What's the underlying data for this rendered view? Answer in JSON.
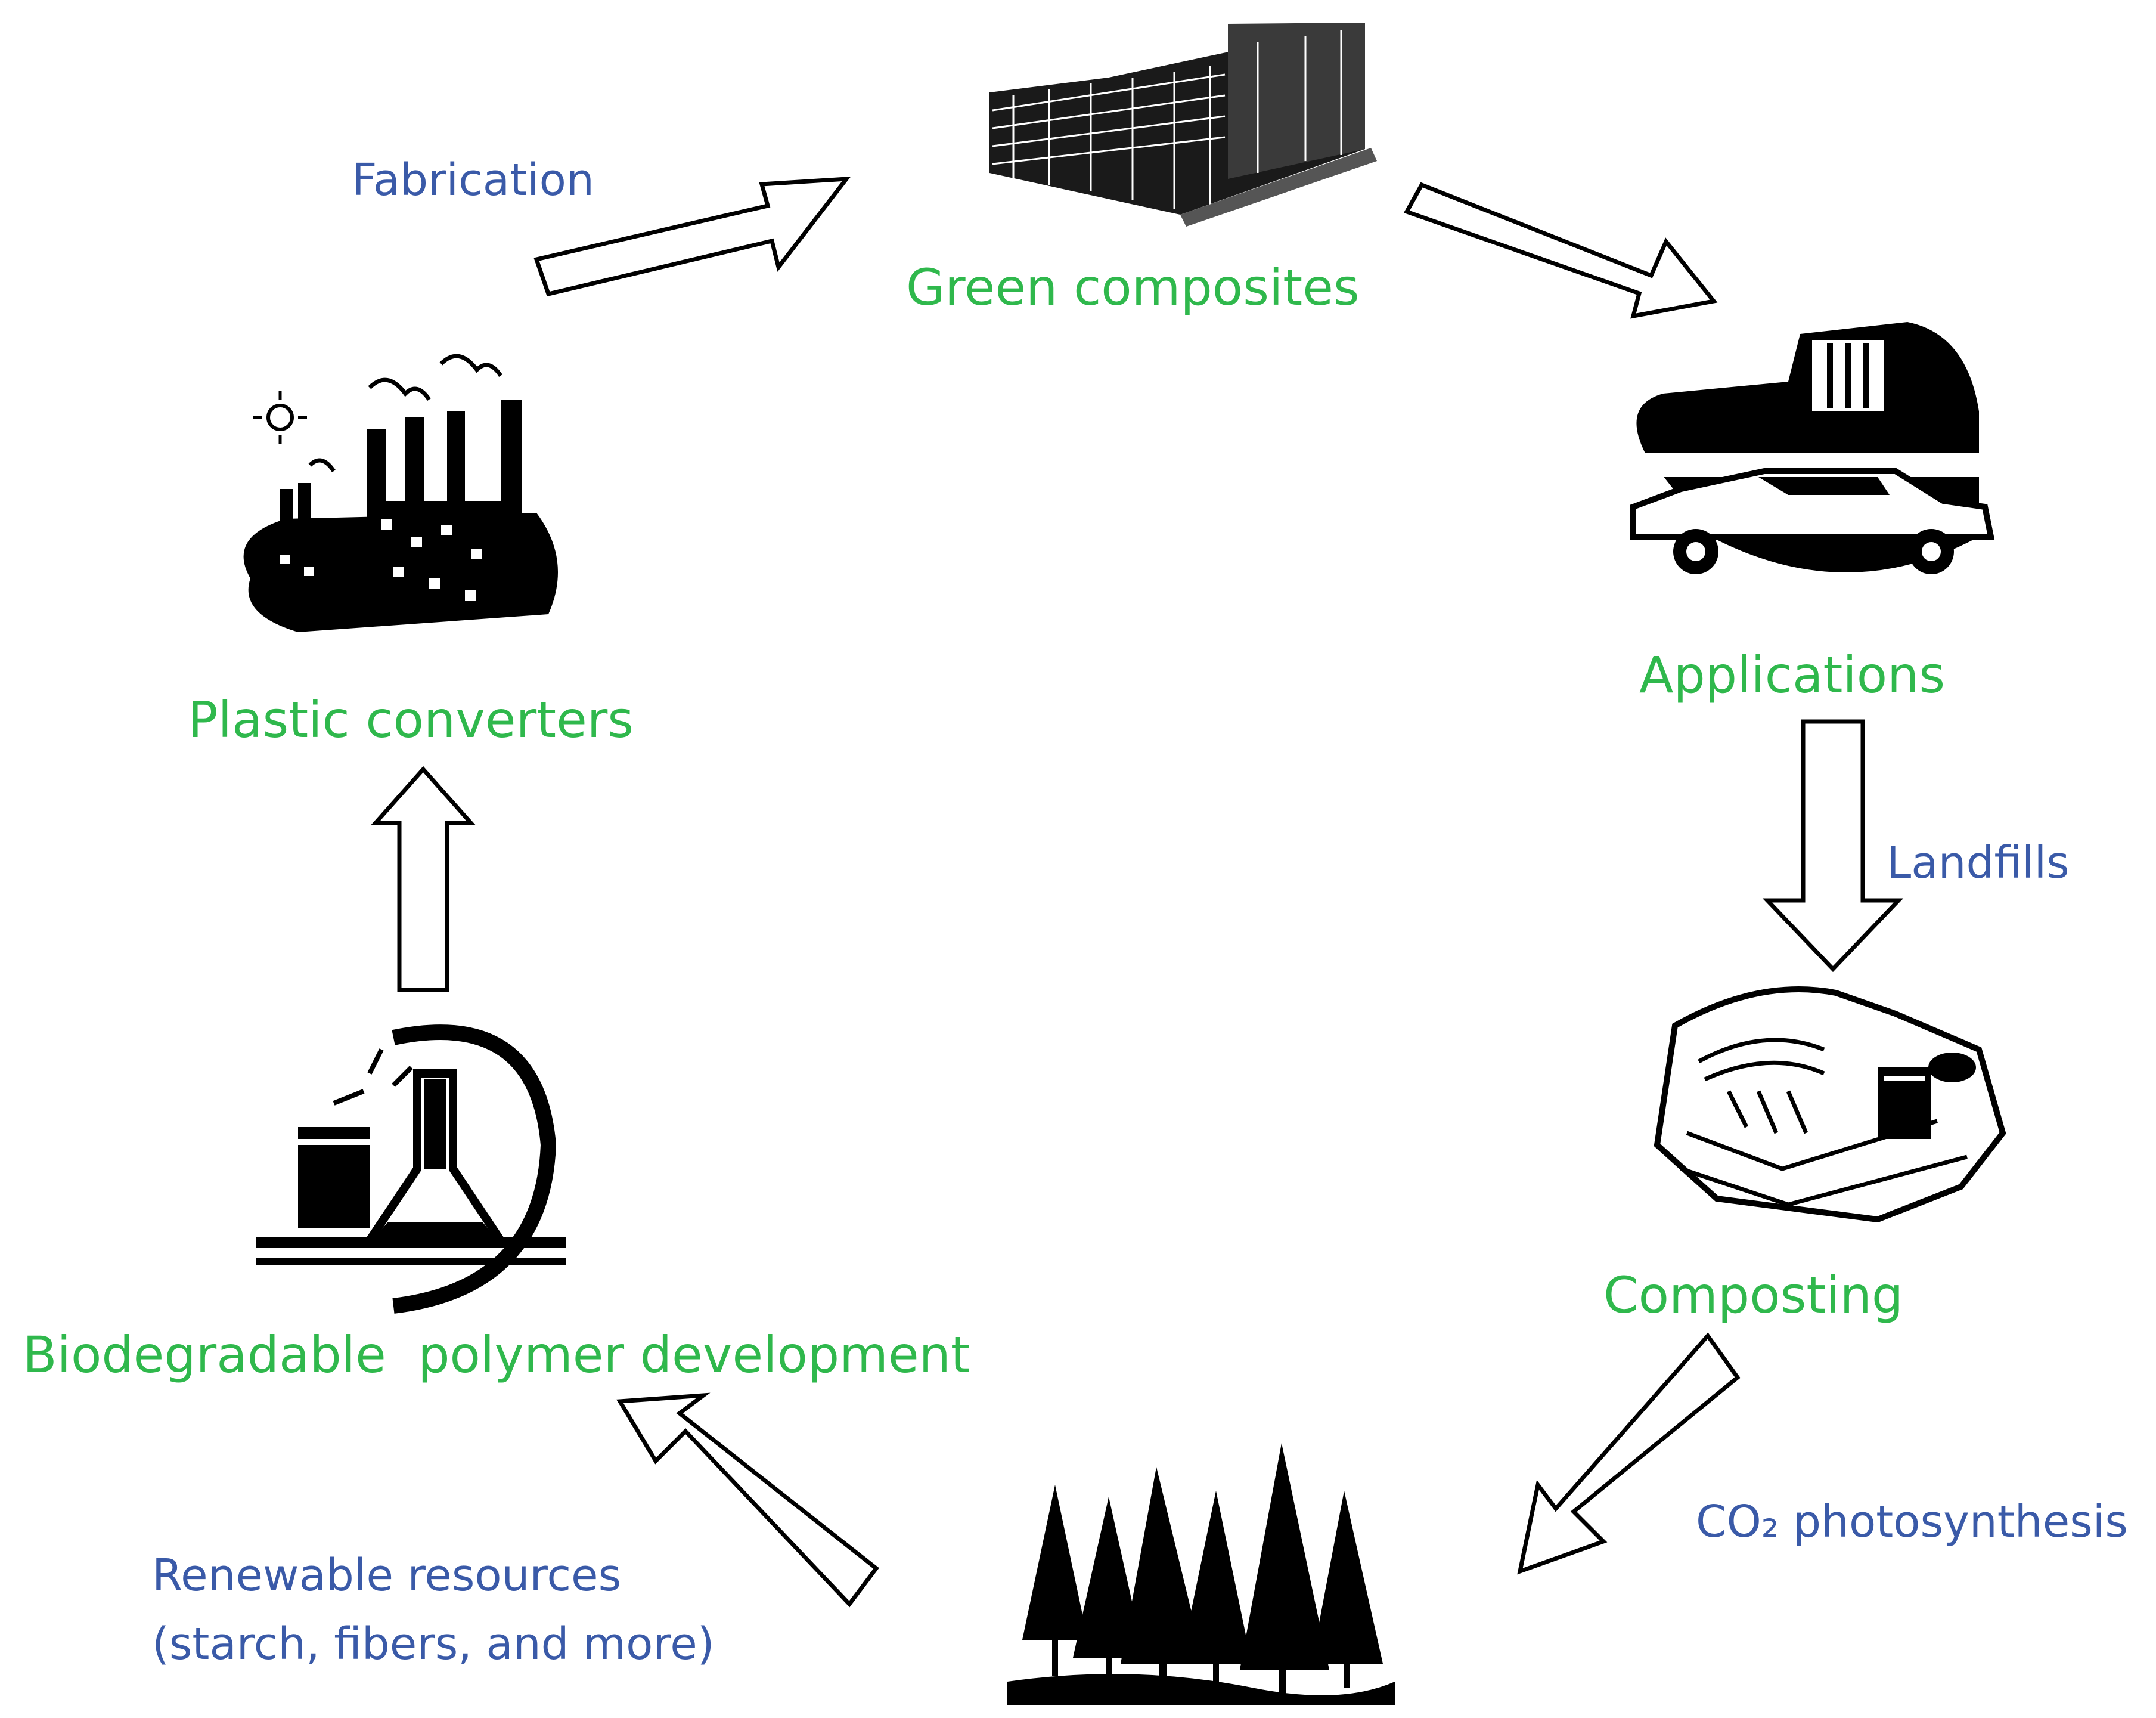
{
  "stages": {
    "green_composites": "Green composites",
    "applications": "Applications",
    "composting": "Composting",
    "biodegradable": "Biodegradable  polymer development",
    "plastic_converters": "Plastic converters"
  },
  "steps": {
    "fabrication": "Fabrication",
    "landfills": "Landfills",
    "photosynthesis": "CO₂ photosynthesis",
    "renewable_line1": "Renewable resources",
    "renewable_line2": "(starch, fibers, and more)"
  },
  "icons": {
    "green_composites": "lumber-stack-icon",
    "applications": "vehicles-icon",
    "composting": "landfill-icon",
    "trees": "forest-icon",
    "biodegradable": "laboratory-flask-icon",
    "plastic_converters": "factory-icon"
  },
  "colors": {
    "stage_label": "#2fb84c",
    "step_label": "#3a5aa8",
    "arrow_stroke": "#000000",
    "icon_fill": "#000000"
  }
}
